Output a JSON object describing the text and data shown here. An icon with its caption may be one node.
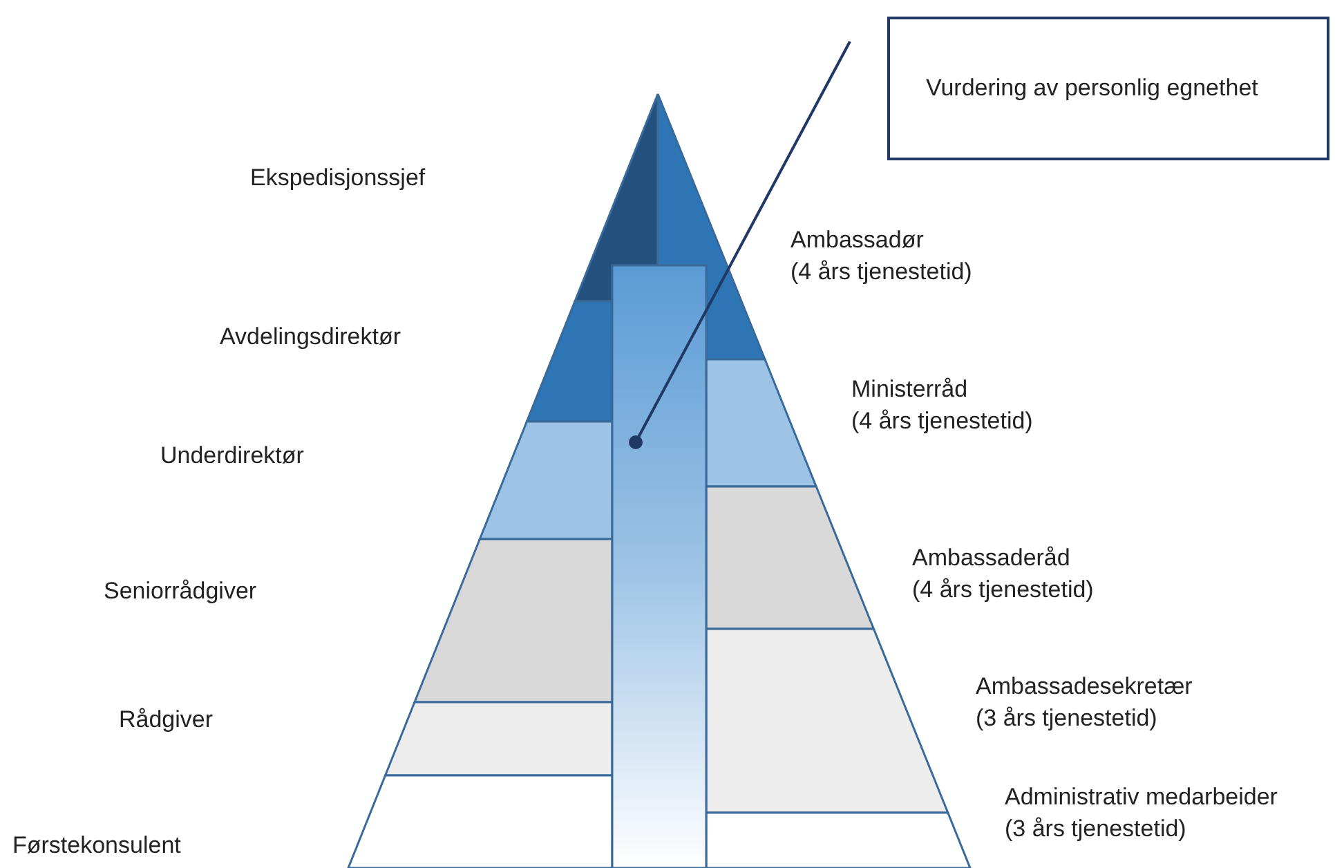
{
  "diagram": {
    "nodes": [
      {
        "text": [
          "Vurdering av personlig egnethet"
        ]
      },
      {
        "text": [],
        "shape": "bar"
      }
    ],
    "edges": [
      {
        "from": 0,
        "to": 1,
        "arrow": "other"
      }
    ],
    "labels": [
      "Ekspedisjonssjef",
      "Ambassadør (4 års tjenestetid)",
      "Avdelingsdirektør",
      "Ministerråd (4 års tjenestetid)",
      "Underdirektør",
      "Ambassaderåd (4 års tjenestetid)",
      "Seniorrådgiver",
      "Ambassadesekretær (3 års tjenestetid)",
      "Rådgiver",
      "Administrativ medarbeider (3 års tjenestetid)",
      "Førstekonsulent"
    ]
  }
}
